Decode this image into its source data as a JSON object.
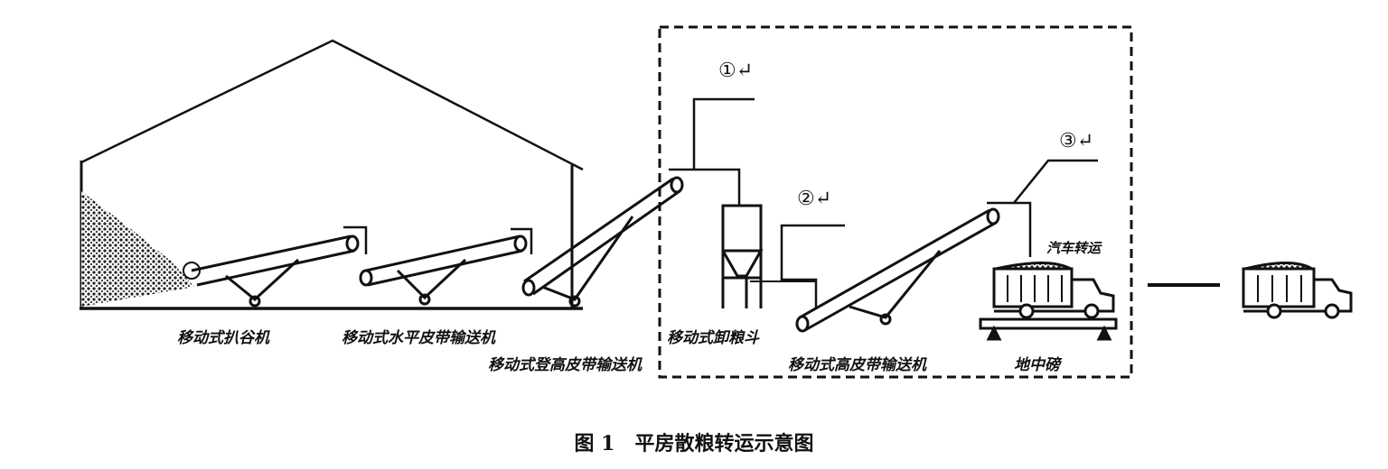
{
  "labels": {
    "rake": "移动式扒谷机",
    "horizontal_conveyor": "移动式水平皮带输送机",
    "climbing_conveyor": "移动式登高皮带输送机",
    "unloading_hopper": "移动式卸粮斗",
    "high_conveyor": "移动式高皮带输送机",
    "weighbridge": "地中磅",
    "truck_transport": "汽车转运"
  },
  "markers": [
    "①↵",
    "②↵",
    "③↵"
  ],
  "caption": "图 1　平房散粮转运示意图"
}
